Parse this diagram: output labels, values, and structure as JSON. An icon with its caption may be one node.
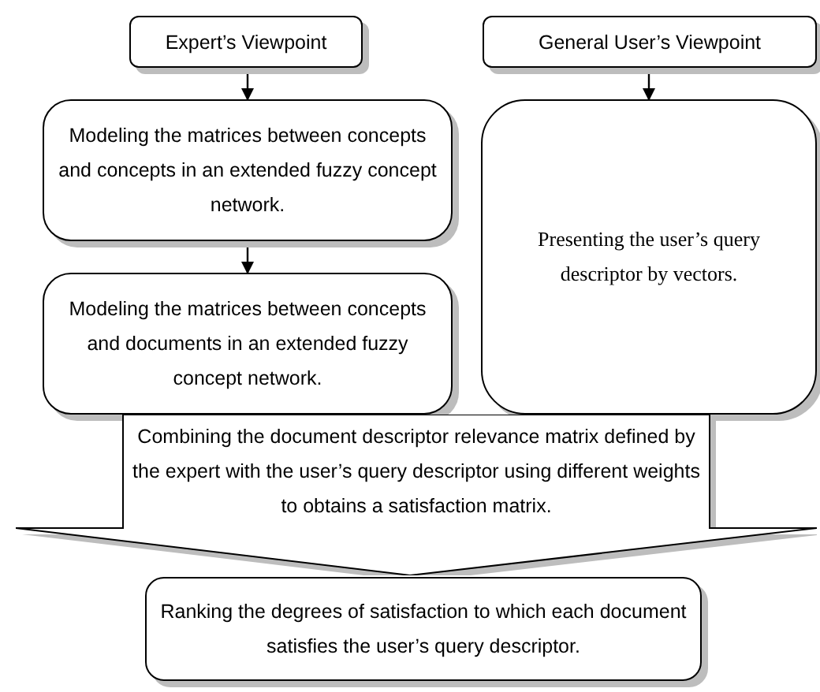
{
  "diagram": {
    "nodes": [
      {
        "text": [
          "Expert’s Viewpoint"
        ]
      },
      {
        "text": [
          "Modeling the matrices between concepts and concepts in an extended fuzzy concept network."
        ]
      },
      {
        "text": [
          "Modeling the matrices between concepts and documents in an extended fuzzy concept network."
        ]
      },
      {
        "text": [
          "General User’s Viewpoint"
        ]
      },
      {
        "text": [
          "Presenting the user’s query descriptor by vectors."
        ]
      },
      {
        "text": [
          "Combining the document descriptor relevance matrix defined by the expert with the user’s query descriptor using different weights to obtains a satisfaction matrix."
        ]
      },
      {
        "text": [
          "Ranking the degrees of satisfaction to which each document satisfies the user’s query descriptor."
        ]
      }
    ],
    "edges": [
      {
        "from": 0,
        "to": 1,
        "arrow": "to"
      },
      {
        "from": 1,
        "to": 2,
        "arrow": "to"
      },
      {
        "from": 3,
        "to": 4,
        "arrow": "to"
      }
    ]
  }
}
